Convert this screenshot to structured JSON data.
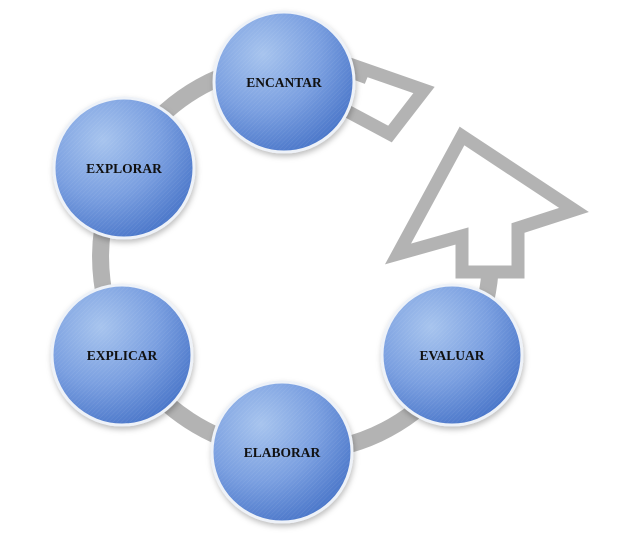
{
  "stages": [
    {
      "id": "encantar",
      "label": "ENCANTAR"
    },
    {
      "id": "explorar",
      "label": "EXPLORAR"
    },
    {
      "id": "explicar",
      "label": "EXPLICAR"
    },
    {
      "id": "elaborar",
      "label": "ELABORAR"
    },
    {
      "id": "evaluar",
      "label": "EVALUAR"
    }
  ],
  "colors": {
    "ring": "#b3b3b3",
    "circle_light": "#a7c4ee",
    "circle_mid": "#7a9fe0",
    "circle_dark": "#4a76c9",
    "circle_border": "#eef2f8",
    "label": "#111111"
  }
}
